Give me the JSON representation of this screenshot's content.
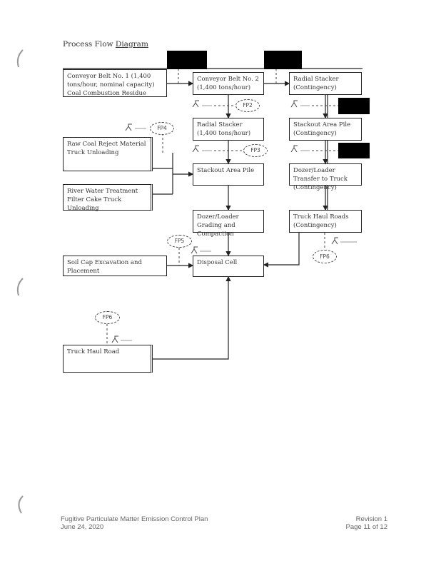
{
  "title": {
    "prefix": "Process Flow ",
    "underlined": "Diagram"
  },
  "boxes": {
    "conveyor1": "Conveyor Belt No. 1 (1,400 tons/hour, nominal capacity) Coal Combustion Residue",
    "conveyor2": "Conveyor Belt No. 2 (1,400 tons/hour)",
    "radial_contingency": "Radial Stacker (Contingency)",
    "radial_1400": "Radial Stacker (1,400 tons/hour)",
    "stackout_contingency": "Stackout Area Pile (Contingency)",
    "raw_coal": "Raw Coal Reject Material Truck Unloading",
    "river_water": "River Water Treatment Filter Cake Truck Unloading",
    "stackout": "Stackout Area Pile",
    "dozer_transfer": "Dozer/Loader Transfer to Truck (Contingency)",
    "dozer_grading": "Dozer/Loader Grading and Compaction",
    "truck_haul_contingency": "Truck Haul Roads (Contingency)",
    "soil_cap": "Soil Cap Excavation and Placement",
    "disposal_cell": "Disposal Cell",
    "truck_haul_road": "Truck Haul Road"
  },
  "emission_points": {
    "fp2": "FP2",
    "fp3": "FP3",
    "fp4": "FP4",
    "fp5": "FP5",
    "fp6_right": "FP6",
    "fp6_left": "FP6"
  },
  "footer": {
    "doc_title": "Fugitive Particulate Matter Emission Control Plan",
    "date": "June 24, 2020",
    "revision": "Revision 1",
    "page": "Page 11 of 12"
  }
}
